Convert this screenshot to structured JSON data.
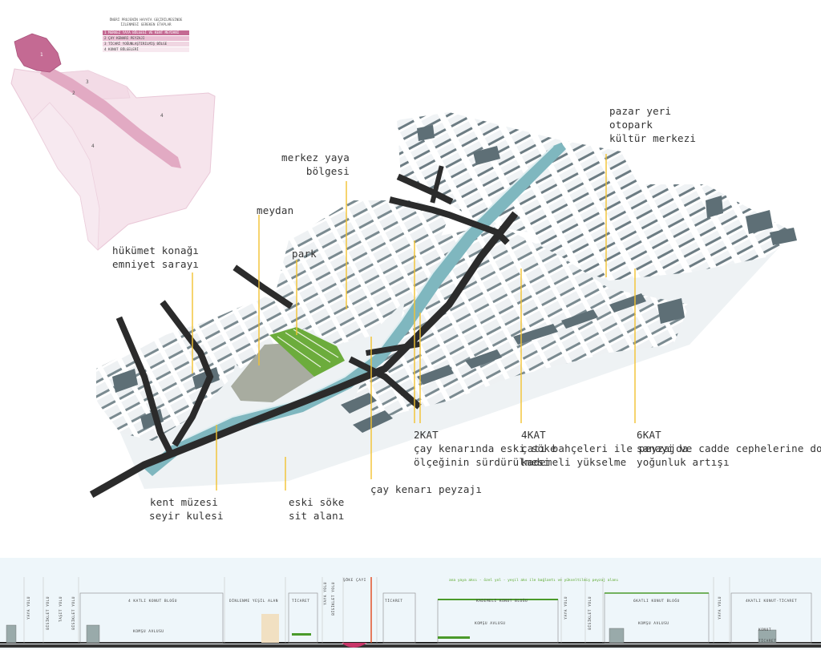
{
  "key_map": {
    "title_lines": [
      "ÖNERİ PROJENİN HAYATA GEÇİRİLMESİNDE",
      "İZLENMESİ GEREKEN ETAPLAR"
    ],
    "legend": [
      "1 MERKEZ YAYA BÖLGESİ VE KENT MEYDANI",
      "2 ÇAY KENARI PEYZAJI",
      "3 TİCARİ YOĞUNLAŞTIRILMIŞ BÖLGE",
      "4 KONUT BÖLGELERİ"
    ],
    "zone_numbers": [
      "1",
      "2",
      "3",
      "4",
      "4"
    ],
    "colors": {
      "zone1": "#c46a93",
      "river_band": "#e2aac3",
      "zones": "#f6e4ec",
      "outline": "#e9c7d7"
    }
  },
  "annotations": {
    "pazar": [
      "pazar yeri",
      "otopark",
      "kültür merkezi"
    ],
    "merkez": [
      "merkez yaya",
      "bölgesi"
    ],
    "meydan": [
      "meydan"
    ],
    "hukumet": [
      "hükümet konağı",
      "emniyet sarayı"
    ],
    "park": [
      "park"
    ],
    "kat2": [
      "2KAT",
      "çay kenarında eski söke",
      "ölçeğinin sürdürülmesi"
    ],
    "kat4": [
      "4KAT",
      "çatı bahçeleri ile peyzajda",
      "kademeli yükselme"
    ],
    "kat6": [
      "6KAT",
      "sanayi ve cadde cephelerine doğru",
      "yoğunluk artışı"
    ],
    "cay": [
      "çay kenarı peyzajı"
    ],
    "muze": [
      "kent müzesi",
      "seyir kulesi"
    ],
    "sit": [
      "eski söke",
      "sit alanı"
    ],
    "leader_color": "#f2c230"
  },
  "section": {
    "top_labels": [
      "4 KATLI KONUT BLOĞU",
      "DİNLENME YEŞİL ALAN",
      "TİCARET",
      "ŞÖKE ÇAYI",
      "TİCARET",
      "KADEMELİ KONUT BLOĞU",
      "6KATLI KONUT BLOĞU",
      "4KATLI KONUT-TİCARET"
    ],
    "vertical_labels": [
      "YAYA YOLU",
      "BİSİKLET YOLU",
      "TAŞIT YOLU",
      "BİSİKLET YOLU",
      "YAYA YOLU",
      "BİSİKLET YOLU",
      "YAYA YOLU",
      "BİSİKLET YOLU",
      "YAYA YOLU"
    ],
    "lower_labels": [
      "KOMŞU AVLUSU",
      "KOMŞU AVLUSU",
      "KOMŞU AVLUSU",
      "KONUT",
      "TİCARET"
    ],
    "green_note": "ana yaya aksı - özel yol - yeşil aks ile bağlantı ve yükseltilmiş peyzaj alanı",
    "colors": {
      "band": "#eef6fa",
      "ground": "#222222",
      "water": "#c9366a",
      "green": "#4a9a2a",
      "sand": "#f1e0c2"
    }
  },
  "colors": {
    "road": "#2b2b2b",
    "water": "#7fb7bf",
    "building_top": "#f2f4f6",
    "building_side": "#6e7f86",
    "building_shadow": "#c7d0d6",
    "plaza": "#a8aca0",
    "park_green": "#6cac3c",
    "leader": "#f2c230"
  }
}
